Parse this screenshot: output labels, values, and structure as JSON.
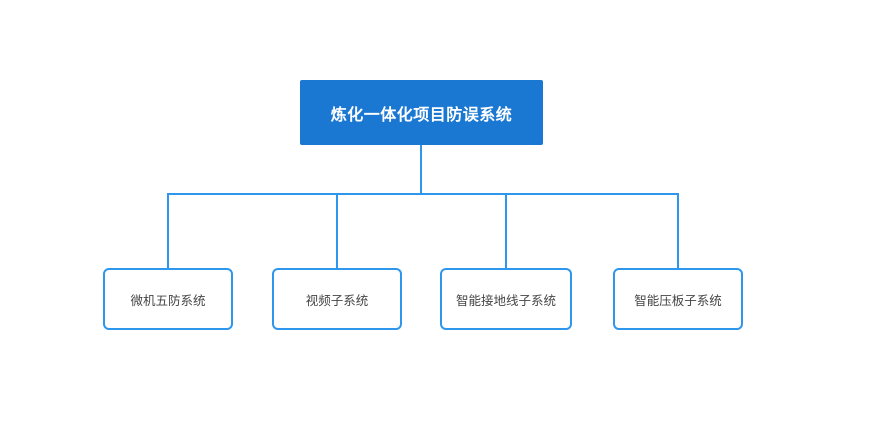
{
  "diagram": {
    "type": "org-tree",
    "root": {
      "label": "炼化一体化项目防误系统"
    },
    "children": [
      {
        "label": "微机五防系统"
      },
      {
        "label": "视频子系统"
      },
      {
        "label": "智能接地线子系统"
      },
      {
        "label": "智能压板子系统"
      }
    ],
    "colors": {
      "root_fill": "#1B78D2",
      "root_text": "#FFFFFF",
      "connector": "#2E96EC",
      "child_border": "#2E96EC",
      "child_text": "#454545",
      "background": "#FFFFFF"
    }
  }
}
